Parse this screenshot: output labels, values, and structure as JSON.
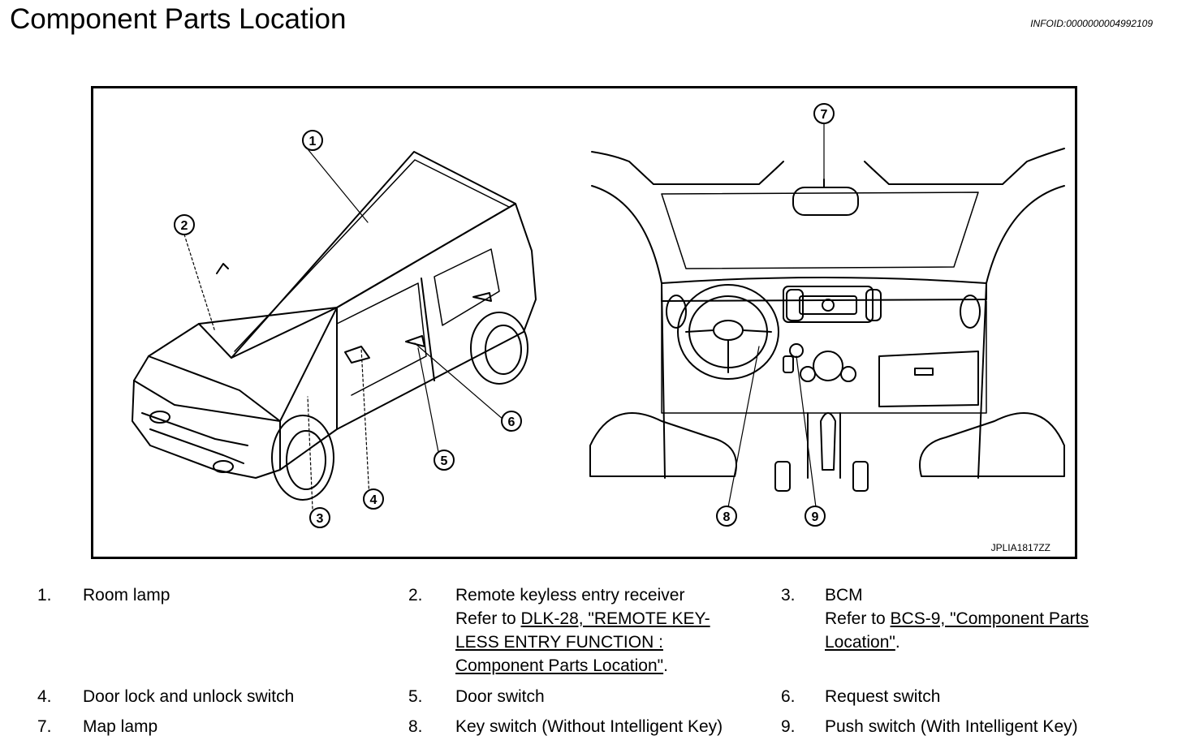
{
  "header": {
    "title": "Component Parts Location",
    "info_id": "INFOID:0000000004992109"
  },
  "figure": {
    "code": "JPLIA1817ZZ",
    "callouts": [
      "1",
      "2",
      "3",
      "4",
      "5",
      "6",
      "7",
      "8",
      "9"
    ]
  },
  "legend": [
    {
      "num": "1.",
      "label": "Room lamp"
    },
    {
      "num": "2.",
      "label": "Remote keyless entry receiver",
      "ref_prefix": "Refer to ",
      "ref_lines": [
        "DLK-28, \"REMOTE KEY-",
        "LESS ENTRY FUNCTION :",
        "Component  Parts  Location\""
      ],
      "ref_suffix": "."
    },
    {
      "num": "3.",
      "label": "BCM",
      "ref_prefix": "Refer to ",
      "ref_lines": [
        "BCS-9, \"Component Parts ",
        "Location\""
      ],
      "ref_suffix": "."
    },
    {
      "num": "4.",
      "label": "Door lock and unlock switch"
    },
    {
      "num": "5.",
      "label": "Door switch"
    },
    {
      "num": "6.",
      "label": "Request switch"
    },
    {
      "num": "7.",
      "label": "Map lamp"
    },
    {
      "num": "8.",
      "label": "Key switch (Without Intelligent Key)"
    },
    {
      "num": "9.",
      "label": "Push switch (With Intelligent Key)"
    }
  ]
}
